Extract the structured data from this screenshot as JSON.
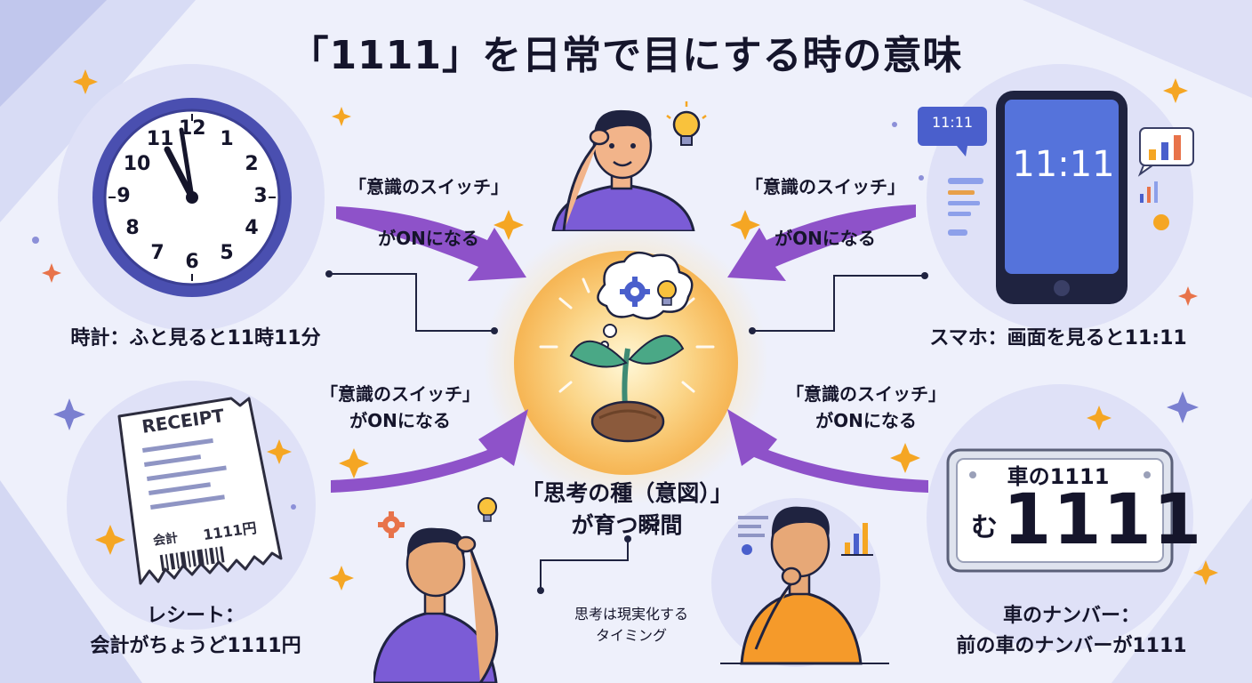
{
  "title": "「1111」を日常で目にする時の意味",
  "switch_label_line1": "「意識のスイッチ」",
  "switch_label_line2": "がONになる",
  "center_label_line1": "「思考の種（意図）」",
  "center_label_line2": "が育つ瞬間",
  "timing_label_line1": "思考は現実化する",
  "timing_label_line2": "タイミング",
  "clock": {
    "caption": "時計：ふと見ると11時11分",
    "numbers": [
      "12",
      "1",
      "2",
      "3",
      "4",
      "5",
      "6",
      "7",
      "8",
      "9",
      "10",
      "11"
    ]
  },
  "phone": {
    "caption": "スマホ：画面を見ると11:11",
    "screen_time": "11:11",
    "bubble_time": "11:11"
  },
  "receipt": {
    "caption_line1": "レシート：",
    "caption_line2": "会計がちょうど1111円",
    "header": "RECEIPT",
    "total_label": "会計",
    "total_value": "1111円"
  },
  "plate": {
    "caption_line1": "車のナンバー：",
    "caption_line2": "前の車のナンバーが1111",
    "top_text": "車の1111",
    "kana": "む",
    "number": "1111"
  },
  "colors": {
    "accent_purple": "#8e52c9",
    "clock_ring": "#4a4fb0",
    "glow_orange": "#f7b84a",
    "shirt_purple": "#7b5cd6",
    "shirt_orange": "#f59a2a"
  }
}
